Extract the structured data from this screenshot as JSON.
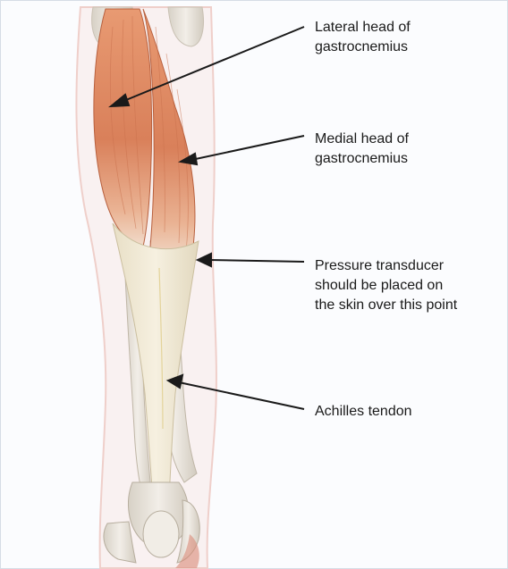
{
  "labels": {
    "lateral_head": "Lateral head of\ngastrocnemius",
    "medial_head": "Medial head of\ngastrocnemius",
    "pressure_point": "Pressure transducer\nshould be placed on\nthe skin over this point",
    "achilles": "Achilles tendon"
  },
  "colors": {
    "muscle": "#d9805a",
    "muscle_light": "#eeb08e",
    "tendon": "#efe7d2",
    "bone": "#e6e1d8",
    "skin_outline": "#f0d4d0",
    "arrow": "#1a1a1a"
  },
  "icons": [
    "arrow-icon"
  ]
}
